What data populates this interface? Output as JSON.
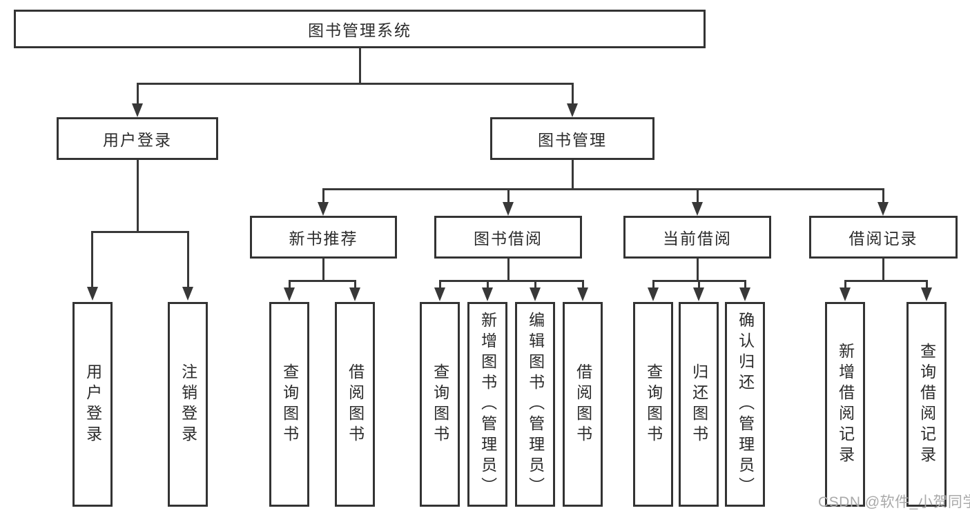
{
  "tree": {
    "label": "图书管理系统",
    "children": [
      {
        "label": "用户登录",
        "children": [
          {
            "label": "用户登录"
          },
          {
            "label": "注销登录"
          }
        ]
      },
      {
        "label": "图书管理",
        "children": [
          {
            "label": "新书推荐",
            "children": [
              {
                "label": "查询图书"
              },
              {
                "label": "借阅图书"
              }
            ]
          },
          {
            "label": "图书借阅",
            "children": [
              {
                "label": "查询图书"
              },
              {
                "label": "新增图书（管理员）"
              },
              {
                "label": "编辑图书（管理员）"
              },
              {
                "label": "借阅图书"
              }
            ]
          },
          {
            "label": "当前借阅",
            "children": [
              {
                "label": "查询图书"
              },
              {
                "label": "归还图书"
              },
              {
                "label": "确认归还（管理员）"
              }
            ]
          },
          {
            "label": "借阅记录",
            "children": [
              {
                "label": "新增借阅记录"
              },
              {
                "label": "查询借阅记录"
              }
            ]
          }
        ]
      }
    ]
  },
  "watermark": {
    "text": "CSDN @软件_小贺同学"
  },
  "colors": {
    "line": "#383838",
    "box_border": "#333333",
    "text": "#2b2b2b",
    "watermark": "#a9a9a9",
    "background": "#ffffff"
  }
}
